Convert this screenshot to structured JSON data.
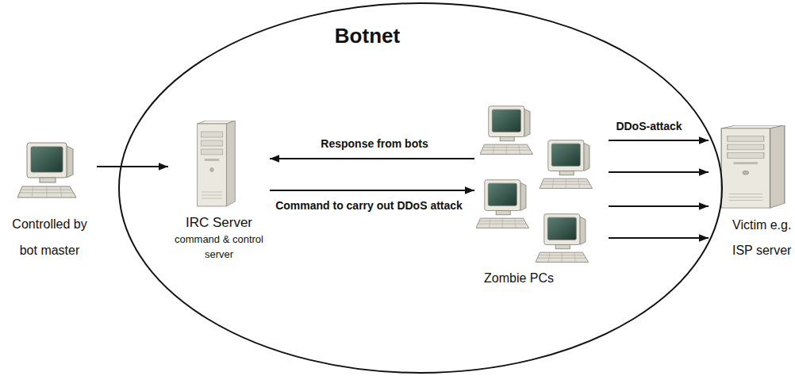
{
  "diagram": {
    "nodes": [
      {
        "text": [
          "Controlled by bot master"
        ]
      },
      {
        "text": [
          "Botnet"
        ]
      },
      {
        "text": [
          "IRC Server",
          "command & control server"
        ],
        "in": 1
      },
      {
        "text": [
          "Zombie PCs"
        ],
        "in": 1
      },
      {
        "text": [
          "Victim e.g. ISP server"
        ]
      }
    ],
    "edges": [
      {
        "from": 0,
        "to": 2,
        "arrow": "to"
      },
      {
        "from": 3,
        "to": 2,
        "label": "Response from bots",
        "arrow": "to"
      },
      {
        "from": 2,
        "to": 3,
        "label": "Command to carry out DDoS attack",
        "arrow": "to"
      },
      {
        "from": 3,
        "to": 4,
        "label": "DDoS-attack",
        "arrow": "to"
      },
      {
        "from": 3,
        "to": 4,
        "arrow": "to"
      },
      {
        "from": 3,
        "to": 4,
        "arrow": "to"
      },
      {
        "from": 3,
        "to": 4,
        "arrow": "to"
      }
    ]
  }
}
